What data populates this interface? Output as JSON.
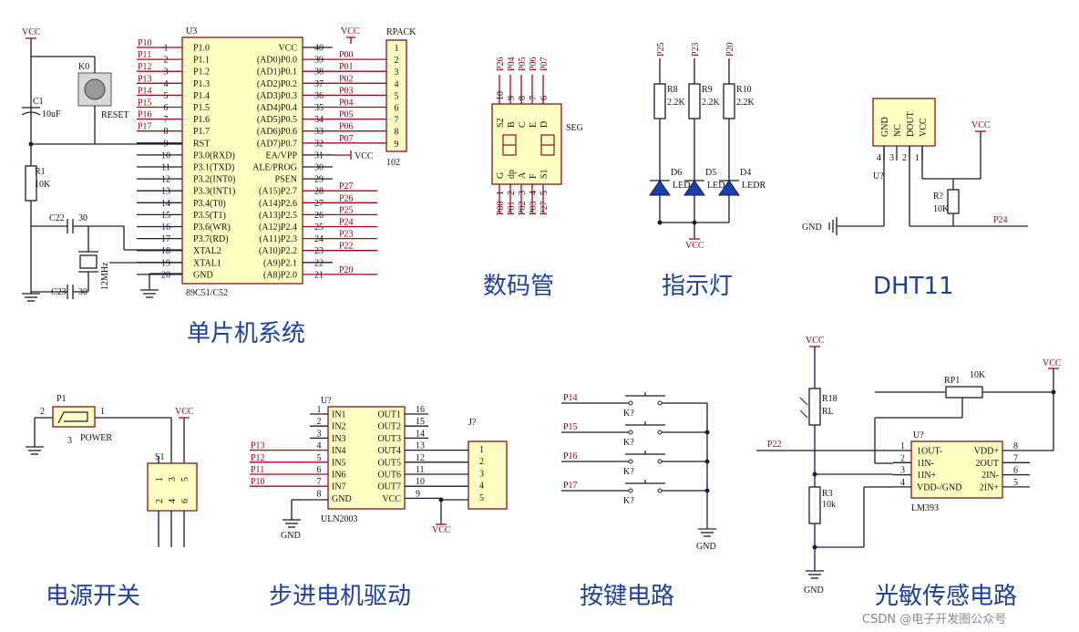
{
  "sections": {
    "mcu": "单片机系统",
    "segment": "数码管",
    "led": "指示灯",
    "dht11": "DHT11",
    "power_switch": "电源开关",
    "stepper": "步进电机驱动",
    "keys": "按键电路",
    "photo": "光敏传感电路"
  },
  "watermark": "CSDN @电子开发圈公众号",
  "mcu": {
    "ref": "U3",
    "part": "89C51/C52",
    "rpack_ref": "RPACK",
    "rpack_value": "102",
    "reset_label": "RESET",
    "k0": "K0",
    "c1": "C1",
    "c1_val": "10uF",
    "r1": "R1",
    "r1_val": "10K",
    "c22": "C22",
    "c22_val": "30",
    "c23": "C23",
    "c23_val": "30",
    "crystal": "12MHz",
    "vcc": "VCC",
    "left_pins": [
      {
        "num": "1",
        "name": "P1.0",
        "net": "P10"
      },
      {
        "num": "2",
        "name": "P1.1",
        "net": "P11"
      },
      {
        "num": "3",
        "name": "P1.2",
        "net": "P12"
      },
      {
        "num": "4",
        "name": "P1.3",
        "net": "P13"
      },
      {
        "num": "5",
        "name": "P1.4",
        "net": "P14"
      },
      {
        "num": "6",
        "name": "P1.5",
        "net": "P15"
      },
      {
        "num": "7",
        "name": "P1.6",
        "net": "P16"
      },
      {
        "num": "8",
        "name": "P1.7",
        "net": "P17"
      },
      {
        "num": "9",
        "name": "RST",
        "net": ""
      },
      {
        "num": "10",
        "name": "P3.0(RXD)",
        "net": ""
      },
      {
        "num": "11",
        "name": "P3.1(TXD)",
        "net": ""
      },
      {
        "num": "12",
        "name": "P3.2(INT0)",
        "net": ""
      },
      {
        "num": "13",
        "name": "P3.3(INT1)",
        "net": ""
      },
      {
        "num": "14",
        "name": "P3.4(T0)",
        "net": ""
      },
      {
        "num": "15",
        "name": "P3.5(T1)",
        "net": ""
      },
      {
        "num": "16",
        "name": "P3.6(WR)",
        "net": ""
      },
      {
        "num": "17",
        "name": "P3.7(RD)",
        "net": ""
      },
      {
        "num": "18",
        "name": "XTAL2",
        "net": ""
      },
      {
        "num": "19",
        "name": "XTAL1",
        "net": ""
      },
      {
        "num": "20",
        "name": "GND",
        "net": ""
      }
    ],
    "right_pins": [
      {
        "num": "40",
        "name": "VCC",
        "net": ""
      },
      {
        "num": "39",
        "name": "(AD0)P0.0",
        "net": "P00"
      },
      {
        "num": "38",
        "name": "(AD1)P0.1",
        "net": "P01"
      },
      {
        "num": "37",
        "name": "(AD2)P0.2",
        "net": "P02"
      },
      {
        "num": "36",
        "name": "(AD3)P0.3",
        "net": "P03"
      },
      {
        "num": "35",
        "name": "(AD4)P0.4",
        "net": "P04"
      },
      {
        "num": "34",
        "name": "(AD5)P0.5",
        "net": "P05"
      },
      {
        "num": "33",
        "name": "(AD6)P0.6",
        "net": "P06"
      },
      {
        "num": "32",
        "name": "(AD7)P0.7",
        "net": "P07"
      },
      {
        "num": "31",
        "name": "EA/VPP",
        "net": ""
      },
      {
        "num": "30",
        "name": "ALE/PROG",
        "net": ""
      },
      {
        "num": "29",
        "name": "PSEN",
        "net": ""
      },
      {
        "num": "28",
        "name": "(A15)P2.7",
        "net": "P27"
      },
      {
        "num": "27",
        "name": "(A14)P2.6",
        "net": "P26"
      },
      {
        "num": "26",
        "name": "(A13)P2.5",
        "net": "P25"
      },
      {
        "num": "25",
        "name": "(A12)P2.4",
        "net": "P24"
      },
      {
        "num": "24",
        "name": "(A11)P2.3",
        "net": "P23"
      },
      {
        "num": "23",
        "name": "(A10)P2.2",
        "net": "P22"
      },
      {
        "num": "22",
        "name": "(A9)P2.1",
        "net": ""
      },
      {
        "num": "21",
        "name": "(A8)P2.0",
        "net": "P20"
      }
    ],
    "rpack_pins": [
      "1",
      "2",
      "3",
      "4",
      "5",
      "6",
      "7",
      "8",
      "9"
    ]
  },
  "seg": {
    "ref": "SEG",
    "top_nets": [
      "P26",
      "P04",
      "P05",
      "P06",
      "P07"
    ],
    "top_nums": [
      "10",
      "9",
      "8",
      "7",
      "6"
    ],
    "top_labels": [
      "S2",
      "B",
      "C",
      "E",
      "D"
    ],
    "bottom_labels": [
      "G",
      "dp",
      "A",
      "F",
      "S1"
    ],
    "bottom_nets": [
      "P00",
      "P01",
      "P02",
      "P03",
      "P27"
    ],
    "bottom_nums": [
      "1",
      "2",
      "3",
      "4",
      "5"
    ]
  },
  "led": {
    "nets": [
      "P25",
      "P23",
      "P20"
    ],
    "resistors": [
      {
        "ref": "R8",
        "val": "2.2K"
      },
      {
        "ref": "R9",
        "val": "2.2K"
      },
      {
        "ref": "R10",
        "val": "2.2K"
      }
    ],
    "diodes": [
      {
        "ref": "D6",
        "val": "LED"
      },
      {
        "ref": "D5",
        "val": "LED"
      },
      {
        "ref": "D4",
        "val": "LEDR"
      }
    ],
    "vcc": "VCC"
  },
  "dht": {
    "ref": "U?",
    "pins": [
      "GND",
      "NC",
      "DOUT",
      "VCC"
    ],
    "nums": [
      "4",
      "3",
      "2",
      "1"
    ],
    "r_ref": "R?",
    "r_val": "10K",
    "vcc": "VCC",
    "gnd": "GND",
    "net": "P24"
  },
  "power": {
    "ref": "P1",
    "label": "POWER",
    "pin2": "2",
    "pin1": "1",
    "pin3": "3",
    "switch_ref": "S1",
    "switch_top": [
      "1",
      "3",
      "5"
    ],
    "switch_bot": [
      "2",
      "4",
      "6"
    ],
    "vcc": "VCC"
  },
  "uln": {
    "ref": "U?",
    "part": "ULN2003",
    "in_pins": [
      {
        "num": "1",
        "name": "IN1",
        "net": ""
      },
      {
        "num": "2",
        "name": "IN2",
        "net": ""
      },
      {
        "num": "3",
        "name": "IN3",
        "net": ""
      },
      {
        "num": "4",
        "name": "IN4",
        "net": "P13"
      },
      {
        "num": "5",
        "name": "IN5",
        "net": "P12"
      },
      {
        "num": "6",
        "name": "IN6",
        "net": "P11"
      },
      {
        "num": "7",
        "name": "IN7",
        "net": "P10"
      },
      {
        "num": "8",
        "name": "GND",
        "net": ""
      }
    ],
    "out_pins": [
      {
        "num": "16",
        "name": "OUT1"
      },
      {
        "num": "15",
        "name": "OUT2"
      },
      {
        "num": "14",
        "name": "OUT3"
      },
      {
        "num": "13",
        "name": "OUT4"
      },
      {
        "num": "12",
        "name": "OUT5"
      },
      {
        "num": "11",
        "name": "OUT6"
      },
      {
        "num": "10",
        "name": "OUT7"
      },
      {
        "num": "9",
        "name": "VCC"
      }
    ],
    "conn_ref": "J?",
    "conn_pins": [
      "1",
      "2",
      "3",
      "4",
      "5"
    ],
    "gnd": "GND",
    "vcc": "VCC"
  },
  "keys": {
    "nets": [
      "P14",
      "P15",
      "P16",
      "P17"
    ],
    "ref": "K?",
    "gnd": "GND"
  },
  "photo": {
    "vcc_left": "VCC",
    "vcc_right": "VCC",
    "r18": "R18",
    "rl": "RL",
    "r3": "R3",
    "r3_val": "10k",
    "rp1": "RP1",
    "rp1_val": "10K",
    "net": "P22",
    "ref": "U?",
    "part": "LM393",
    "left_pins": [
      {
        "num": "1",
        "name": "1OUT-"
      },
      {
        "num": "2",
        "name": "1IN-"
      },
      {
        "num": "3",
        "name": "1IN+"
      },
      {
        "num": "4",
        "name": "VDD-/GND"
      }
    ],
    "right_pins": [
      {
        "num": "8",
        "name": "VDD+"
      },
      {
        "num": "7",
        "name": "2OUT"
      },
      {
        "num": "6",
        "name": "2IN-"
      },
      {
        "num": "5",
        "name": "2IN+"
      }
    ],
    "gnd": "GND"
  }
}
